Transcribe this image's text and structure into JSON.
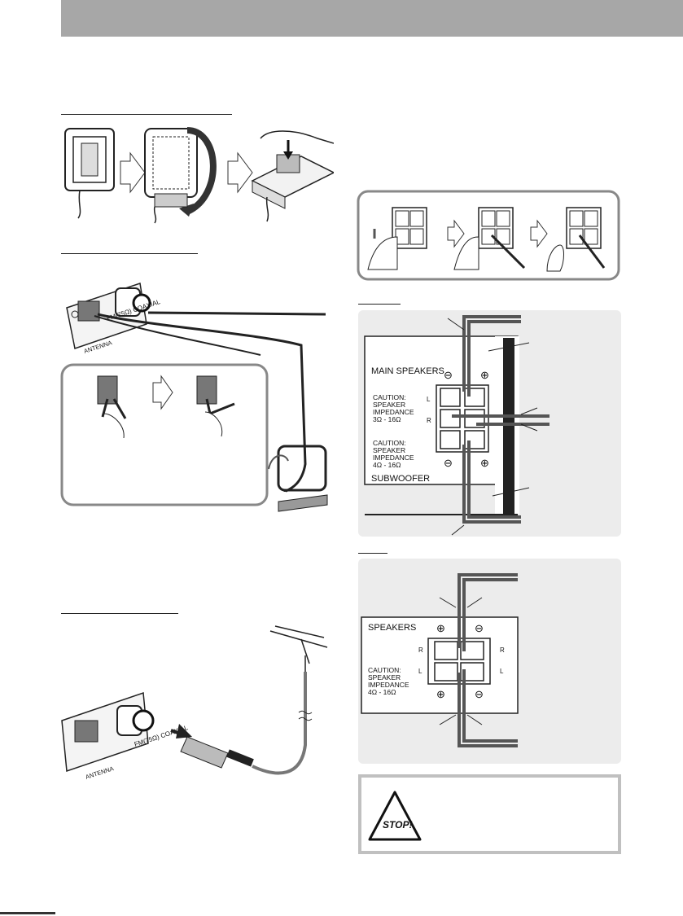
{
  "header": {
    "bar_color": "#a7a7a7"
  },
  "antenna_panel": {
    "connector_label": "FM(75Ω) COAXIAL",
    "antenna_label": "ANTENNA"
  },
  "panel_a": {
    "main_speakers": "MAIN SPEAKERS",
    "caution1_line1": "CAUTION:",
    "caution1_line2": "SPEAKER",
    "caution1_line3": "IMPEDANCE",
    "caution1_line4": "3Ω - 16Ω",
    "caution2_line1": "CAUTION:",
    "caution2_line2": "SPEAKER",
    "caution2_line3": "IMPEDANCE",
    "caution2_line4": "4Ω - 16Ω",
    "subwoofer": "SUBWOOFER",
    "minus": "⊖",
    "plus": "⊕",
    "left": "L",
    "right": "R"
  },
  "panel_b": {
    "speakers": "SPEAKERS",
    "caution_line1": "CAUTION:",
    "caution_line2": "SPEAKER",
    "caution_line3": "IMPEDANCE",
    "caution_line4": "4Ω - 16Ω",
    "plus": "⊕",
    "minus": "⊖",
    "left": "L",
    "right": "R"
  },
  "stop_box": {
    "stop_label": "STOP!"
  }
}
